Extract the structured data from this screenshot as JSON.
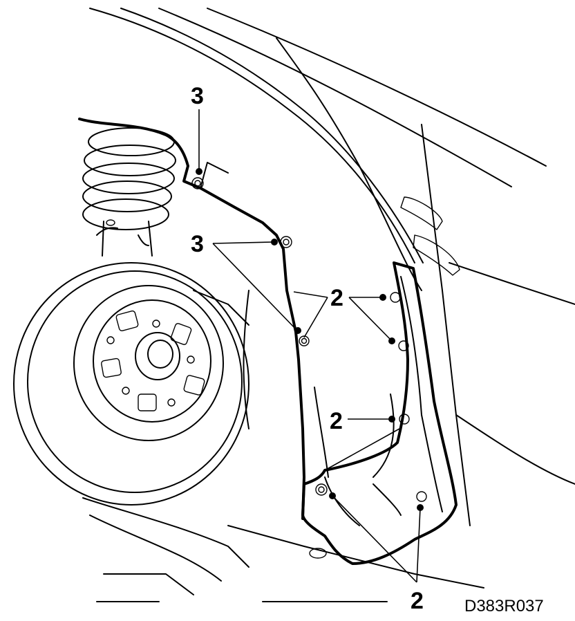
{
  "callouts": {
    "three_top": "3",
    "three_left": "3",
    "two_upper": "2",
    "two_middle": "2",
    "two_bottom": "2"
  },
  "figure_id": "D383R037"
}
